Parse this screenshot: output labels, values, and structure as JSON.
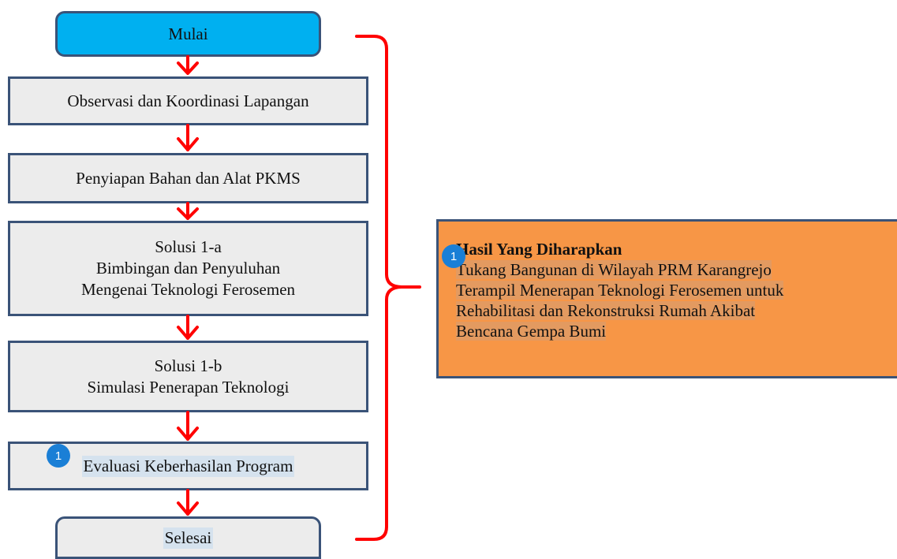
{
  "flowchart": {
    "start": "Mulai",
    "step1": "Observasi dan Koordinasi Lapangan",
    "step2": "Penyiapan Bahan dan Alat PKMS",
    "step3": {
      "line1": "Solusi 1-a",
      "line2": "Bimbingan dan Penyuluhan",
      "line3": "Mengenai Teknologi Ferosemen"
    },
    "step4": {
      "line1": "Solusi 1-b",
      "line2": "Simulasi Penerapan Teknologi"
    },
    "step5": "Evaluasi Keberhasilan Program",
    "end": "Selesai"
  },
  "result": {
    "title": "Hasil Yang Diharapkan",
    "lines": [
      "Tukang Bangunan di Wilayah PRM Karangrejo",
      "Terampil Menerapan Teknologi Ferosemen untuk",
      "Rehabilitasi dan Rekonstruksi Rumah Akibat",
      "Bencana Gempa Bumi"
    ]
  },
  "badges": {
    "evaluation": "1",
    "result": "1"
  },
  "colors": {
    "start_fill": "#00b0f0",
    "box_fill": "#ececec",
    "box_border": "#3a5378",
    "arrow": "#ff0000",
    "result_fill": "#f79646"
  }
}
